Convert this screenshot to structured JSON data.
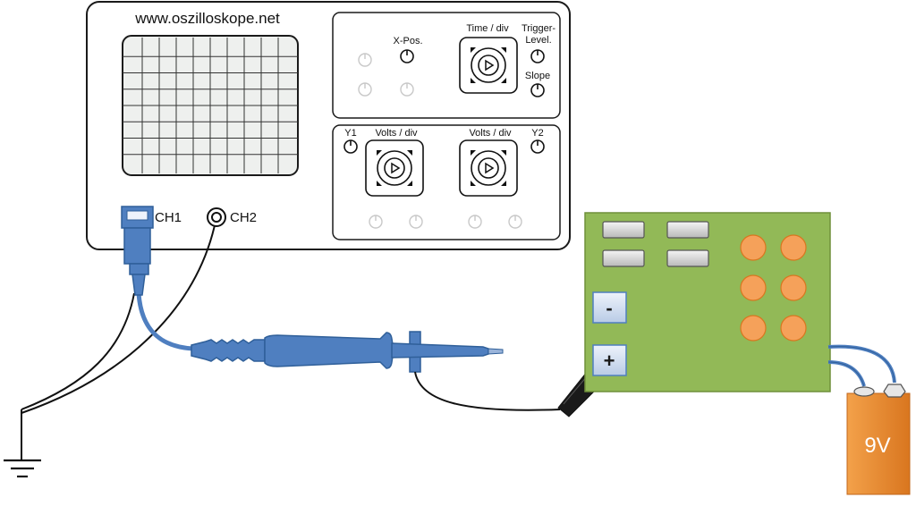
{
  "oscilloscope": {
    "website": "www.oszilloskope.net",
    "labels": {
      "x_pos": "X-Pos.",
      "time_div": "Time / div",
      "trigger_level_1": "Trigger-",
      "trigger_level_2": "Level.",
      "slope": "Slope",
      "y1": "Y1",
      "volts_div_1": "Volts / div",
      "volts_div_2": "Volts / div",
      "y2": "Y2"
    },
    "channels": {
      "ch1": "CH1",
      "ch2": "CH2"
    }
  },
  "circuit_board": {
    "minus_label": "-",
    "plus_label": "+"
  },
  "battery": {
    "label": "9V"
  },
  "colors": {
    "probe": "#4f7fc0",
    "probe_dark": "#2f5f99",
    "board": "#92b957",
    "board_border": "#6f8f3a",
    "component_pad": "#f5a15a",
    "battery": "#e9892e",
    "screen_bg": "#eef0ee",
    "grid": "#333333"
  },
  "icons": [
    "knob-icon",
    "rotary-switch-icon",
    "bnc-connector-icon",
    "ground-symbol-icon",
    "alligator-clip-icon",
    "battery-terminal-icon"
  ]
}
